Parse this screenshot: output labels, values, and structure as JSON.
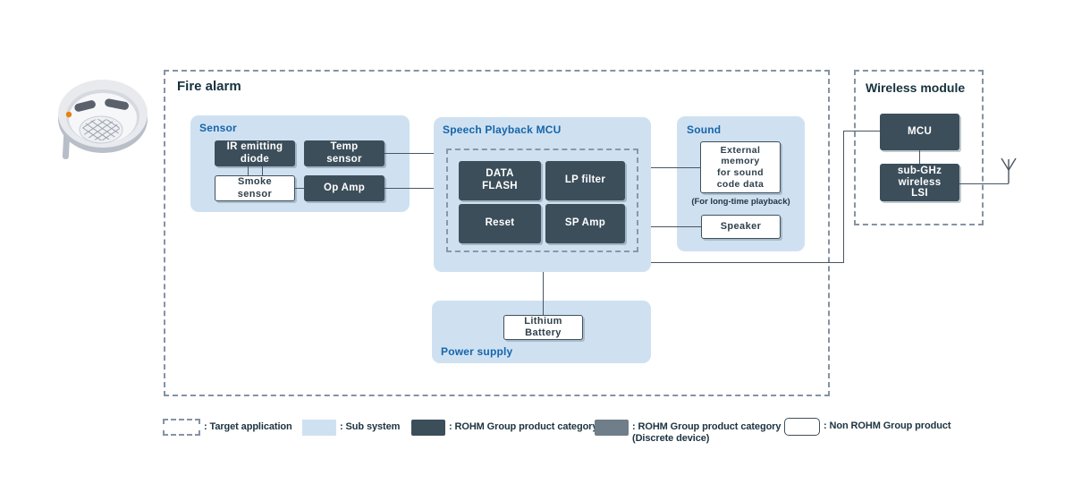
{
  "colors": {
    "subsystem_bg": "#cfe1f1",
    "product_dark": "#3c4e5a",
    "product_gray_discrete": "#6f7e88",
    "panel_label_blue": "#1565ab",
    "title_navy": "#16323e",
    "dashed_border": "#8593a5",
    "connector_line": "#4a5560"
  },
  "fire_alarm": {
    "title": "Fire alarm"
  },
  "sensor": {
    "label": "Sensor",
    "ir_diode": "IR emitting\ndiode",
    "temp_sensor": "Temp\nsensor",
    "smoke_sensor": "Smoke\nsensor",
    "op_amp": "Op Amp"
  },
  "speech": {
    "label": "Speech Playback MCU",
    "data_flash": "DATA\nFLASH",
    "lp_filter": "LP filter",
    "reset": "Reset",
    "sp_amp": "SP Amp"
  },
  "sound": {
    "label": "Sound",
    "ext_memory": "External\nmemory\nfor sound\ncode data",
    "note": "(For long-time playback)",
    "speaker": "Speaker"
  },
  "power": {
    "label": "Power supply",
    "battery": "Lithium\nBattery"
  },
  "wireless": {
    "title": "Wireless module",
    "mcu": "MCU",
    "sub_ghz": "sub-GHz\nwireless\nLSI"
  },
  "legend": {
    "items": [
      {
        "label": ": Target application"
      },
      {
        "label": ": Sub system"
      },
      {
        "label": ": ROHM Group product category"
      },
      {
        "label": ": ROHM Group product category\n(Discrete device)"
      },
      {
        "label": ": Non ROHM Group product"
      }
    ]
  }
}
